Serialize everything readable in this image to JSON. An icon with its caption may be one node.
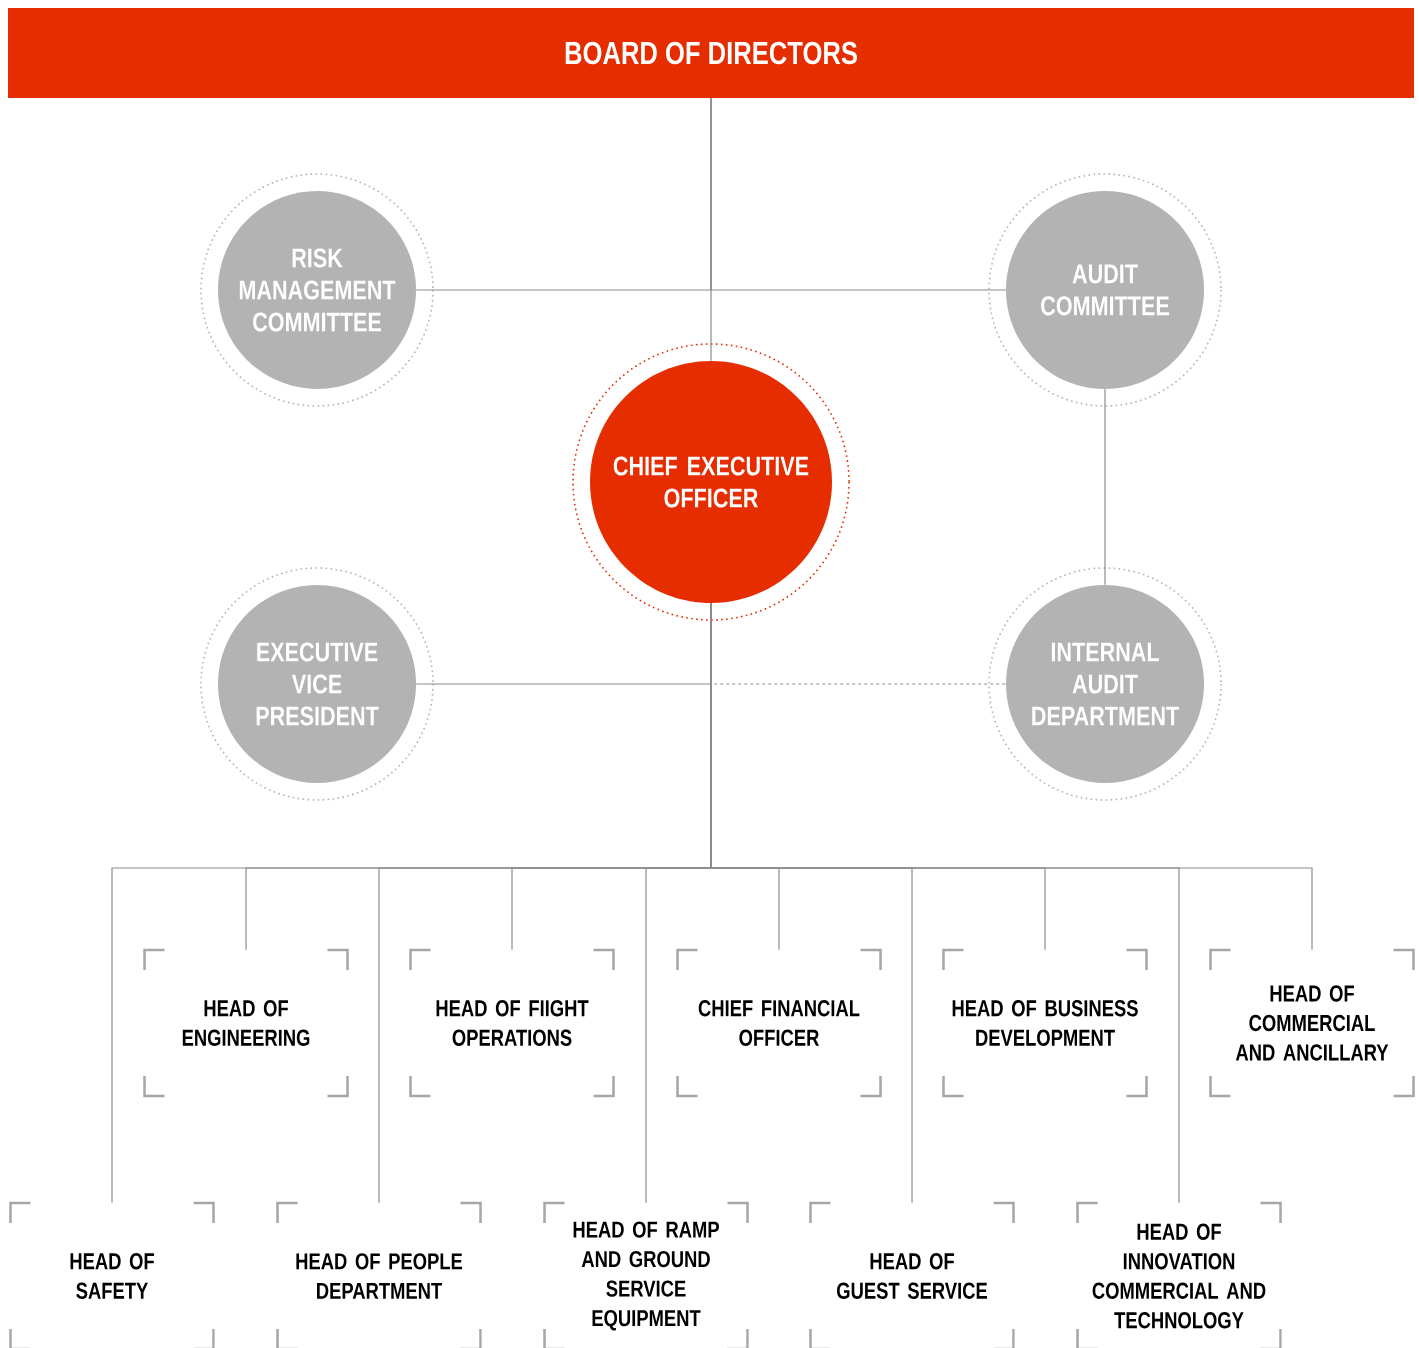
{
  "diagram": {
    "nodes": [
      {
        "text": [
          "BOARD OF DIRECTORS"
        ]
      },
      {
        "text": [
          "RISK MANAGEMENT COMMITTEE"
        ]
      },
      {
        "text": [
          "AUDIT COMMITTEE"
        ]
      },
      {
        "text": [
          "CHIEF EXECUTIVE OFFICER"
        ]
      },
      {
        "text": [
          "EXECUTIVE VICE PRESIDENT"
        ]
      },
      {
        "text": [
          "INTERNAL AUDIT DEPARTMENT"
        ]
      },
      {
        "text": [
          "HEAD OF ENGINEERING"
        ]
      },
      {
        "text": [
          "HEAD OF FIIGHT OPERATIONS"
        ]
      },
      {
        "text": [
          "CHIEF FINANCIAL OFFICER"
        ]
      },
      {
        "text": [
          "HEAD OF BUSINESS DEVELOPMENT"
        ]
      },
      {
        "text": [
          "HEAD OF COMMERCIAL AND ANCILLARY"
        ]
      },
      {
        "text": [
          "HEAD OF SAFETY"
        ]
      },
      {
        "text": [
          "HEAD OF PEOPLE DEPARTMENT"
        ]
      },
      {
        "text": [
          "HEAD OF RAMP AND GROUND SERVICE EQUIPMENT"
        ]
      },
      {
        "text": [
          "HEAD OF GUEST SERVICE"
        ]
      },
      {
        "text": [
          "HEAD OF INNOVATION COMMERCIAL AND TECHNOLOGY"
        ]
      }
    ],
    "edges": [
      {
        "from": 0,
        "to": 1,
        "arrow": "none"
      },
      {
        "from": 0,
        "to": 2,
        "arrow": "none"
      },
      {
        "from": 0,
        "to": 3,
        "arrow": "none"
      },
      {
        "from": 2,
        "to": 5,
        "arrow": "none"
      },
      {
        "from": 3,
        "to": 4,
        "arrow": "none"
      },
      {
        "from": 3,
        "to": 5,
        "arrow": "none",
        "style": "dashed"
      },
      {
        "from": 3,
        "to": 6,
        "arrow": "none"
      },
      {
        "from": 3,
        "to": 7,
        "arrow": "none"
      },
      {
        "from": 3,
        "to": 8,
        "arrow": "none"
      },
      {
        "from": 3,
        "to": 9,
        "arrow": "none"
      },
      {
        "from": 3,
        "to": 10,
        "arrow": "none"
      },
      {
        "from": 3,
        "to": 11,
        "arrow": "none"
      },
      {
        "from": 3,
        "to": 12,
        "arrow": "none"
      },
      {
        "from": 3,
        "to": 13,
        "arrow": "none"
      },
      {
        "from": 3,
        "to": 14,
        "arrow": "none"
      },
      {
        "from": 3,
        "to": 15,
        "arrow": "none"
      }
    ]
  }
}
